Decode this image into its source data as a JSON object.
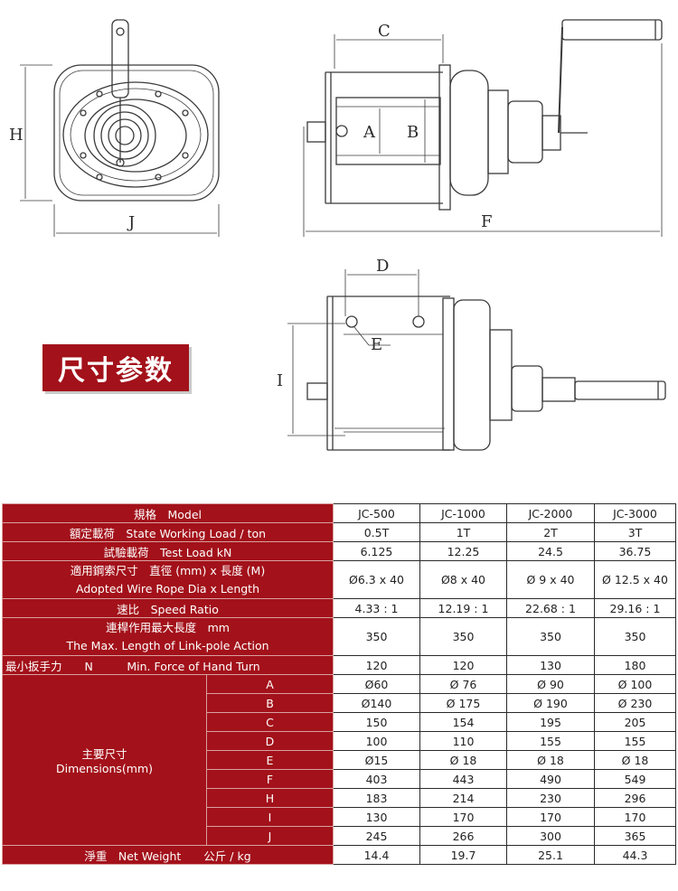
{
  "drawing": {
    "labels": {
      "A": "A",
      "B": "B",
      "C": "C",
      "D": "D",
      "E": "E",
      "F": "F",
      "H": "H",
      "I": "I",
      "J": "J"
    }
  },
  "banner": {
    "text": "尺寸参数"
  },
  "table": {
    "model_label": "規格　Model",
    "models": [
      "JC-500",
      "JC-1000",
      "JC-2000",
      "JC-3000"
    ],
    "rows": [
      {
        "label": "額定載荷　State Working Load / ton",
        "values": [
          "0.5T",
          "1T",
          "2T",
          "3T"
        ]
      },
      {
        "label": "試驗載荷　Test Load kN",
        "values": [
          "6.125",
          "12.25",
          "24.5",
          "36.75"
        ]
      },
      {
        "label_line1": "適用鋼索尺寸　直徑 (mm) x 長度 (M)",
        "label_line2": "Adopted Wire Rope  Dia x  Length",
        "values": [
          "Ø6.3 x 40",
          "Ø8 x 40",
          "Ø 9 x 40",
          "Ø 12.5 x 40"
        ]
      },
      {
        "label": "速比　Speed Ratio",
        "values": [
          "4.33 : 1",
          "12.19 : 1",
          "22.68 : 1",
          "29.16 : 1"
        ]
      },
      {
        "label_line1": "連桿作用最大長度　mm",
        "label_line2": "The Max. Length of Link-pole Action",
        "values": [
          "350",
          "350",
          "350",
          "350"
        ]
      },
      {
        "label": "最小扳手力　　N　　　Min. Force of Hand Turn",
        "values": [
          "120",
          "120",
          "130",
          "180"
        ]
      }
    ],
    "dimensions_label_cn": "主要尺寸",
    "dimensions_label_en": "Dimensions(mm)",
    "dimension_rows": [
      {
        "letter": "A",
        "values": [
          "Ø60",
          "Ø 76",
          "Ø 90",
          "Ø 100"
        ]
      },
      {
        "letter": "B",
        "values": [
          "Ø140",
          "Ø 175",
          "Ø 190",
          "Ø 230"
        ]
      },
      {
        "letter": "C",
        "values": [
          "150",
          "154",
          "195",
          "205"
        ]
      },
      {
        "letter": "D",
        "values": [
          "100",
          "110",
          "155",
          "155"
        ]
      },
      {
        "letter": "E",
        "values": [
          "Ø15",
          "Ø 18",
          "Ø 18",
          "Ø 18"
        ]
      },
      {
        "letter": "F",
        "values": [
          "403",
          "443",
          "490",
          "549"
        ]
      },
      {
        "letter": "H",
        "values": [
          "183",
          "214",
          "230",
          "296"
        ]
      },
      {
        "letter": "I",
        "values": [
          "130",
          "170",
          "170",
          "170"
        ]
      },
      {
        "letter": "J",
        "values": [
          "245",
          "266",
          "300",
          "365"
        ]
      }
    ],
    "net_weight": {
      "label": "淨重　Net Weight　　公斤 / kg",
      "values": [
        "14.4",
        "19.7",
        "25.1",
        "44.3"
      ]
    }
  },
  "colors": {
    "header_red": "#a3111a",
    "line": "#2a2a2a",
    "banner_shadow": "#c9c9c9"
  }
}
